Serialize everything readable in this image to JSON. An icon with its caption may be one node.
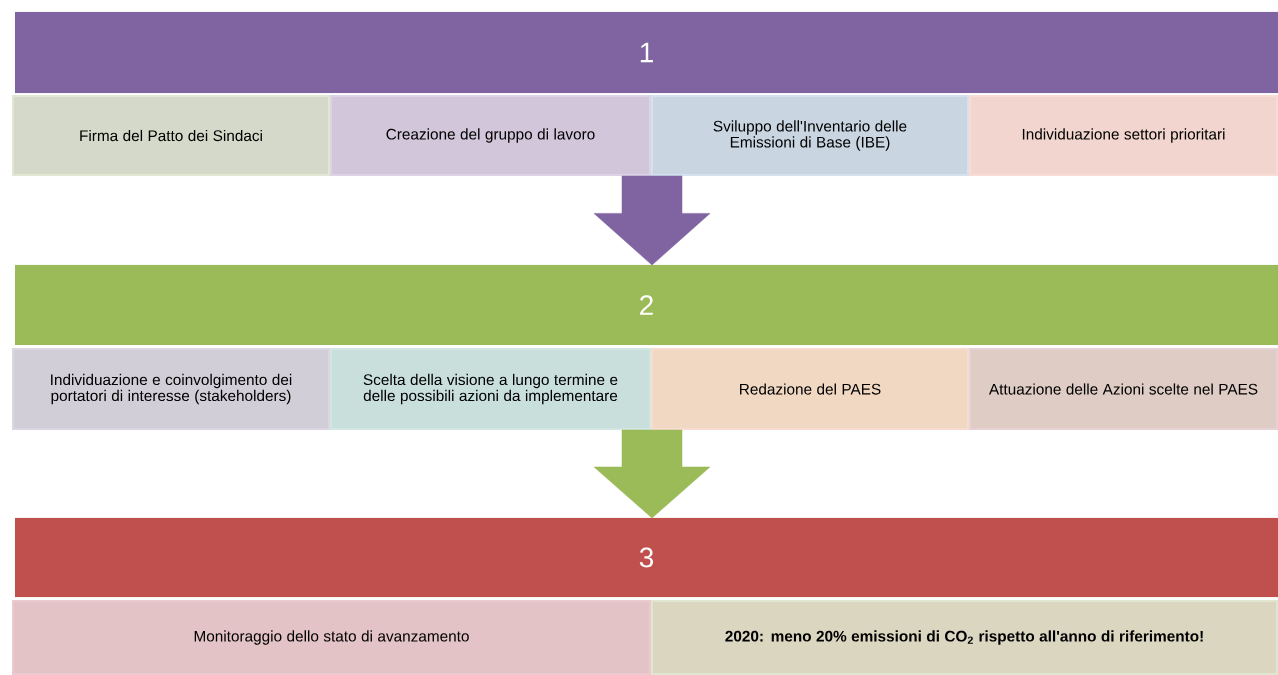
{
  "diagram": {
    "nodes": [
      {
        "text": [
          "1"
        ]
      },
      {
        "text": [
          "Firma del Patto dei Sindaci"
        ]
      },
      {
        "text": [
          "Creazione del gruppo di lavoro"
        ]
      },
      {
        "text": [
          "Sviluppo dell'Inventario delle Emissioni di Base (IBE)"
        ]
      },
      {
        "text": [
          "Individuazione settori prioritari"
        ]
      },
      {
        "text": [
          "2"
        ]
      },
      {
        "text": [
          "Individuazione e coinvolgimento dei portatori di interesse (stakeholders)"
        ]
      },
      {
        "text": [
          "Scelta della visione a lungo termine e delle possibili azioni da implementare"
        ]
      },
      {
        "text": [
          "Redazione del PAES"
        ]
      },
      {
        "text": [
          "Attuazione delle Azioni scelte nel PAES"
        ]
      },
      {
        "text": [
          "3"
        ]
      },
      {
        "text": [
          "Monitoraggio dello stato di avanzamento"
        ]
      },
      {
        "text": [
          "2020: meno 20% emissioni di CO$_{2}$ rispetto all'anno di riferimento!"
        ]
      }
    ],
    "edges": [
      {
        "from": 0,
        "to": 5,
        "arrow": "to"
      },
      {
        "from": 5,
        "to": 10,
        "arrow": "to"
      }
    ]
  }
}
